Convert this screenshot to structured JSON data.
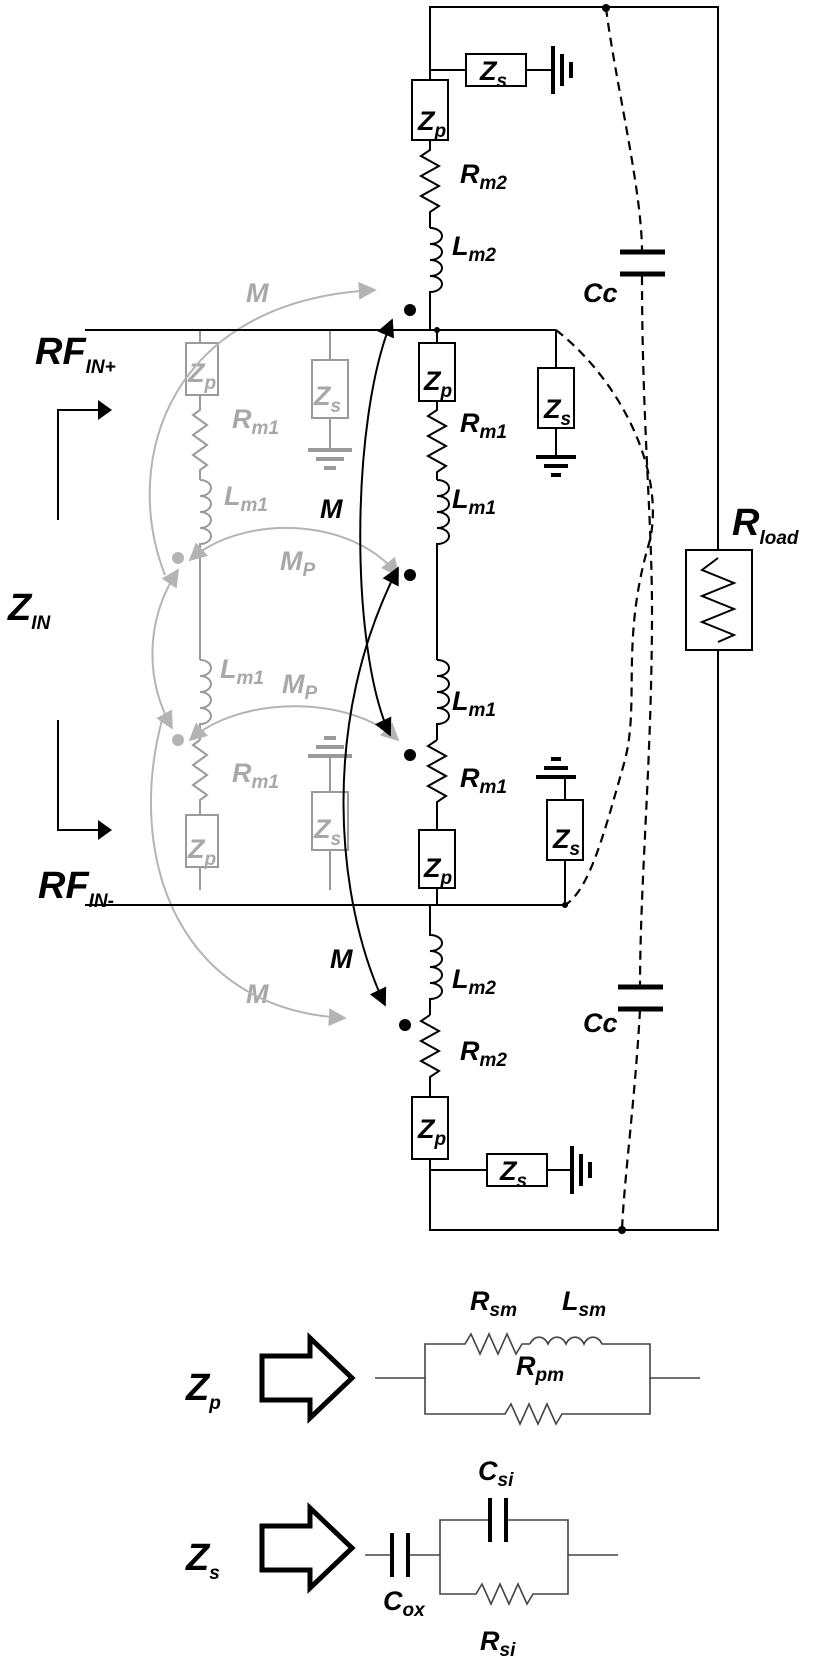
{
  "labels": {
    "rf_in_plus": {
      "main": "RF",
      "sub": "IN+"
    },
    "rf_in_minus": {
      "main": "RF",
      "sub": "IN-"
    },
    "z_in": {
      "main": "Z",
      "sub": "IN"
    },
    "r_load": {
      "main": "R",
      "sub": "load"
    },
    "cc_top": "Cc",
    "cc_bottom": "Cc",
    "zp": {
      "main": "Z",
      "sub": "p"
    },
    "zs": {
      "main": "Z",
      "sub": "s"
    },
    "rm1": {
      "main": "R",
      "sub": "m1"
    },
    "rm2": {
      "main": "R",
      "sub": "m2"
    },
    "lm1": {
      "main": "L",
      "sub": "m1"
    },
    "lm2": {
      "main": "L",
      "sub": "m2"
    },
    "m": "M",
    "mp": {
      "main": "M",
      "sub": "P"
    }
  },
  "zp_model": {
    "label": {
      "main": "Z",
      "sub": "p"
    },
    "rsm": {
      "main": "R",
      "sub": "sm"
    },
    "lsm": {
      "main": "L",
      "sub": "sm"
    },
    "rpm": {
      "main": "R",
      "sub": "pm"
    }
  },
  "zs_model": {
    "label": {
      "main": "Z",
      "sub": "s"
    },
    "csi": {
      "main": "C",
      "sub": "si"
    },
    "cox": {
      "main": "C",
      "sub": "ox"
    },
    "rsi": {
      "main": "R",
      "sub": "si"
    }
  },
  "colors": {
    "active": "#000000",
    "ghost": "#9a9a9a",
    "ghost_arrow": "#b4b4b4"
  }
}
